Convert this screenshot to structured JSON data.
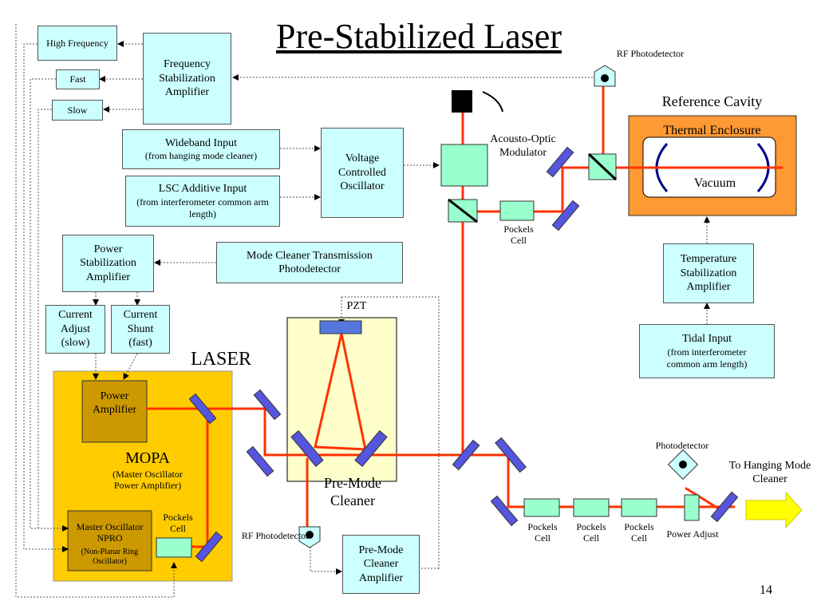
{
  "title": "Pre-Stabilized Laser",
  "slide_number": "14",
  "boxes": {
    "high_frequency": "High Frequency",
    "fast": "Fast",
    "slow": "Slow",
    "freq_stab_amp": "Frequency Stabilization Amplifier",
    "wideband_input": "Wideband Input",
    "wideband_sub": "(from  hanging mode cleaner)",
    "lsc_input": "LSC Additive Input",
    "lsc_sub": "(from interferometer common arm length)",
    "vco": "Voltage Controlled Oscillator",
    "power_stab_amp": "Power Stabilization Amplifier",
    "mc_trans_pd": "Mode Cleaner Transmission Photodetector",
    "current_adjust": "Current Adjust (slow)",
    "current_shunt": "Current Shunt (fast)",
    "power_amplifier": "Power Amplifier",
    "master_osc": "Master Oscillator NPRO",
    "master_osc_sub": "(Non-Planar Ring Oscillator)",
    "pmc_amp": "Pre-Mode Cleaner Amplifier",
    "temp_stab_amp": "Temperature Stabilization Amplifier",
    "tidal_input": "Tidal Input",
    "tidal_sub": "(from interferometer common arm length)"
  },
  "labels": {
    "rf_pd_top": "RF Photodetector",
    "reference_cavity": "Reference Cavity",
    "thermal_enclosure": "Thermal Enclosure",
    "vacuum": "Vacuum",
    "aom": "Acousto-Optic Modulator",
    "pockels_top": "Pockels Cell",
    "pzt": "PZT",
    "laser": "LASER",
    "mopa": "MOPA",
    "mopa_sub": "(Master Oscillator Power Amplifier)",
    "pockels_laser": "Pockels Cell",
    "pre_mode_cleaner": "Pre-Mode Cleaner",
    "rf_pd_bottom": "RF Photodetector",
    "photodetector": "Photodetector",
    "to_hanging": "To Hanging Mode Cleaner",
    "pockels_1": "Pockels Cell",
    "pockels_2": "Pockels Cell",
    "pockels_3": "Pockels Cell",
    "power_adjust": "Power Adjust"
  },
  "colors": {
    "beam": "#ff3300",
    "box_fill": "#ccffff",
    "laser_fill": "#ffcc00",
    "enclosure_fill": "#ff9933",
    "pmc_fill": "#ffffcc",
    "component_fill": "#99ffcc",
    "mirror_fill": "#5555dd",
    "amp_fill": "#cc9900",
    "arrow_fill": "#ffff00"
  }
}
